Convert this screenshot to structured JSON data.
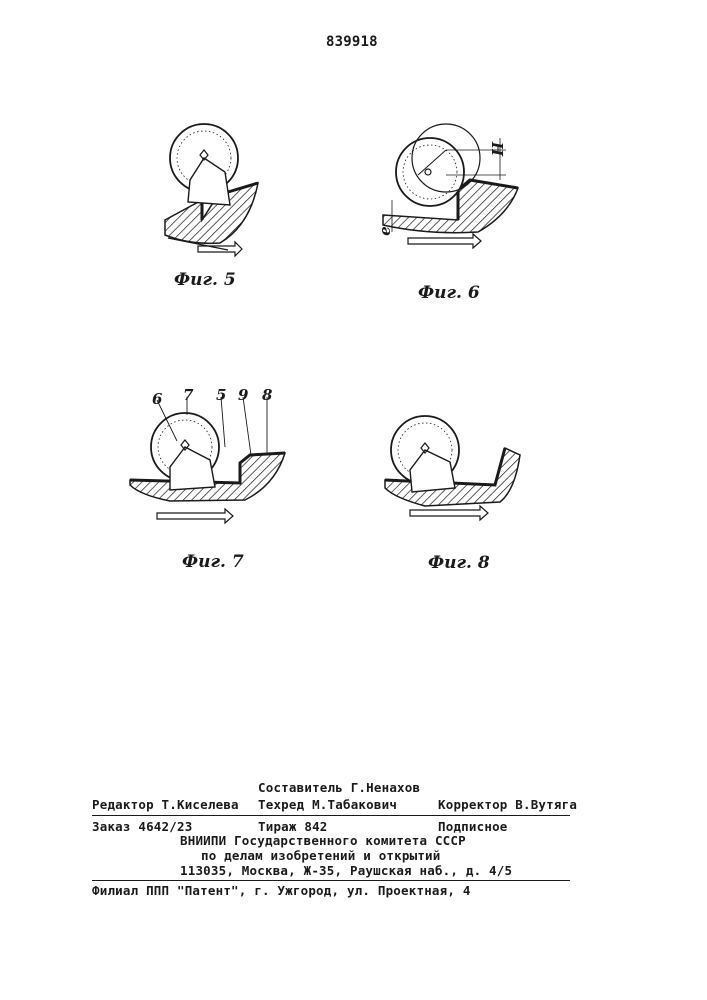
{
  "header": {
    "patent_number": "839918"
  },
  "figures": {
    "fig5": {
      "caption": "Фиг. 5"
    },
    "fig6": {
      "caption": "Фиг. 6",
      "label_h": "H",
      "label_e": "e"
    },
    "fig7": {
      "caption": "Фиг. 7",
      "labels": [
        "6",
        "7",
        "5",
        "9",
        "8"
      ]
    },
    "fig8": {
      "caption": "Фиг. 8"
    }
  },
  "footer": {
    "compiler": "Составитель Г.Ненахов",
    "editor": "Редактор Т.Киселева",
    "tech": "Техред  М.Табакович",
    "proofreader": "Корректор В.Вутяга",
    "order": "Заказ 4642/23",
    "circulation": "Тираж 842",
    "subscription": "Подписное",
    "org_line1": "ВНИИПИ Государственного комитета СССР",
    "org_line2": "по делам изобретений и открытий",
    "org_line3": "113035, Москва, Ж-35, Раушская наб., д. 4/5",
    "branch": "Филиал ППП \"Патент\", г. Ужгород, ул. Проектная, 4"
  }
}
